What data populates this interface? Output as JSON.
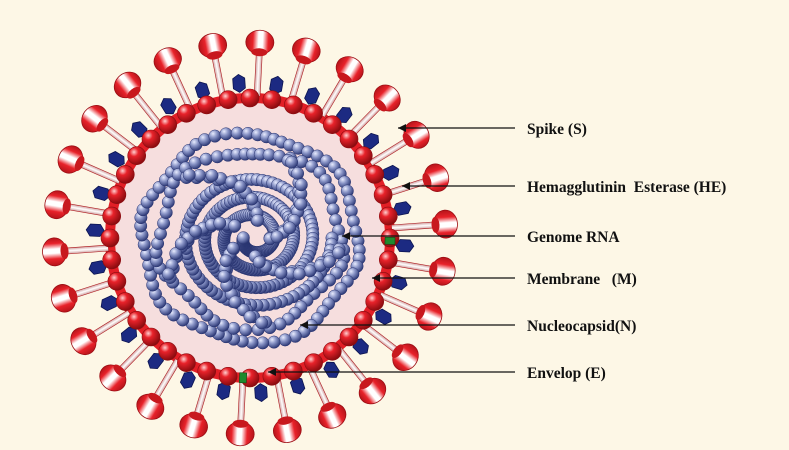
{
  "labels": {
    "spike": "Spike (S)",
    "hemagglutinin_esterase": "Hemagglutinin  Esterase (HE)",
    "genome_rna": "Genome RNA",
    "membrane": "Membrane   (M)",
    "nucleocapsid": "Nucleocapsid(N)",
    "envelope": "Envelop (E)"
  },
  "colors": {
    "background": "#fdf7e6",
    "membrane_red": "#e21f26",
    "spike_red": "#e8222a",
    "spike_highlight": "#ffffff",
    "he_blue": "#1c2a82",
    "nucleocapsid_bead": "#8a95c7",
    "nucleocapsid_dark": "#2f3b78",
    "envelope_green": "#1f8a2e",
    "leader_line": "#111111"
  }
}
